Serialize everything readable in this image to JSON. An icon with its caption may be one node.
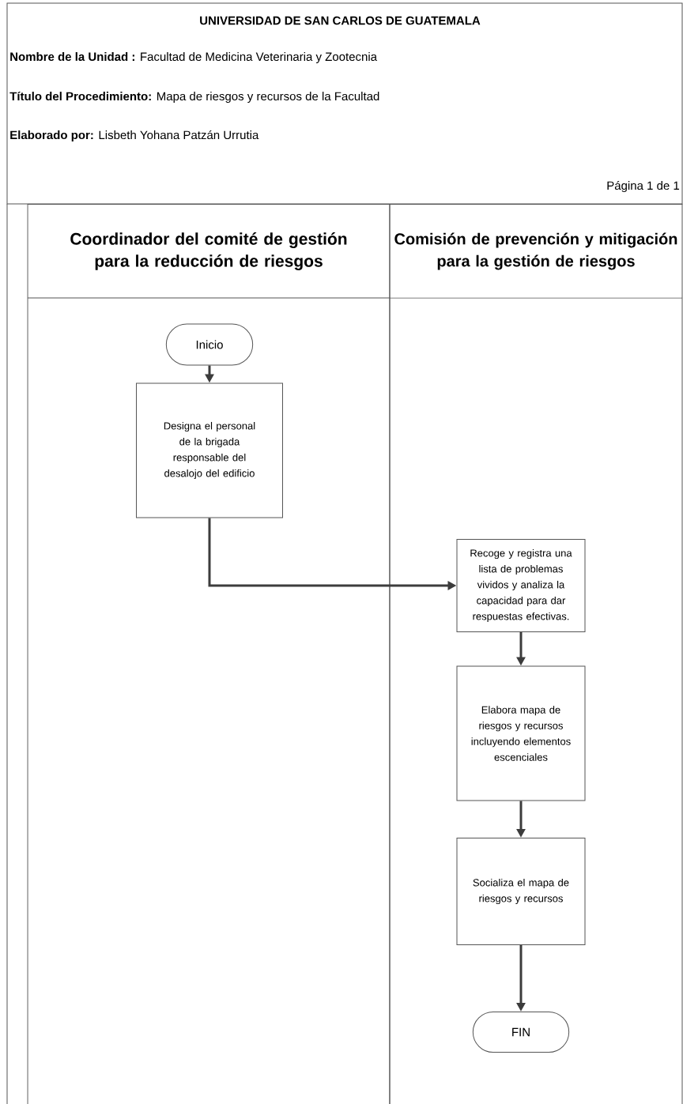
{
  "diagram": {
    "title": "UNIVERSIDAD DE SAN CARLOS DE GUATEMALA",
    "nodes": [
      {
        "text": [
          "Coordinador del comité de gestión para la reducción de riesgos"
        ]
      },
      {
        "text": [
          "Comisión de prevención y mitigación para la gestión de riesgos"
        ]
      },
      {
        "text": [
          "Inicio"
        ],
        "in": 0
      },
      {
        "text": [
          "Designa el personal de la brigada responsable del desalojo del edificio"
        ],
        "in": 0
      },
      {
        "text": [
          "Recoge y registra una lista de problemas vividos y analiza la capacidad para dar respuestas efectivas."
        ],
        "in": 1
      },
      {
        "text": [
          "Elabora mapa de riesgos y recursos incluyendo elementos escenciales"
        ],
        "in": 1
      },
      {
        "text": [
          "Socializa el mapa de riesgos y recursos"
        ],
        "in": 1
      },
      {
        "text": [
          "FIN"
        ],
        "in": 1
      }
    ],
    "edges": [
      {
        "from": 2,
        "to": 3,
        "arrow": "to"
      },
      {
        "from": 3,
        "to": 4,
        "arrow": "to"
      },
      {
        "from": 4,
        "to": 5,
        "arrow": "to"
      },
      {
        "from": 5,
        "to": 6,
        "arrow": "to"
      },
      {
        "from": 6,
        "to": 7,
        "arrow": "to"
      }
    ],
    "labels": [
      "**Nombre de la Unidad :** Facultad de Medicina Veterinaria y Zootecnia",
      "**Título del Procedimiento:** Mapa de riesgos y recursos de la Facultad",
      "**Elaborado por:** Lisbeth Yohana Patzán Urrutia",
      "Página 1 de 1"
    ]
  }
}
